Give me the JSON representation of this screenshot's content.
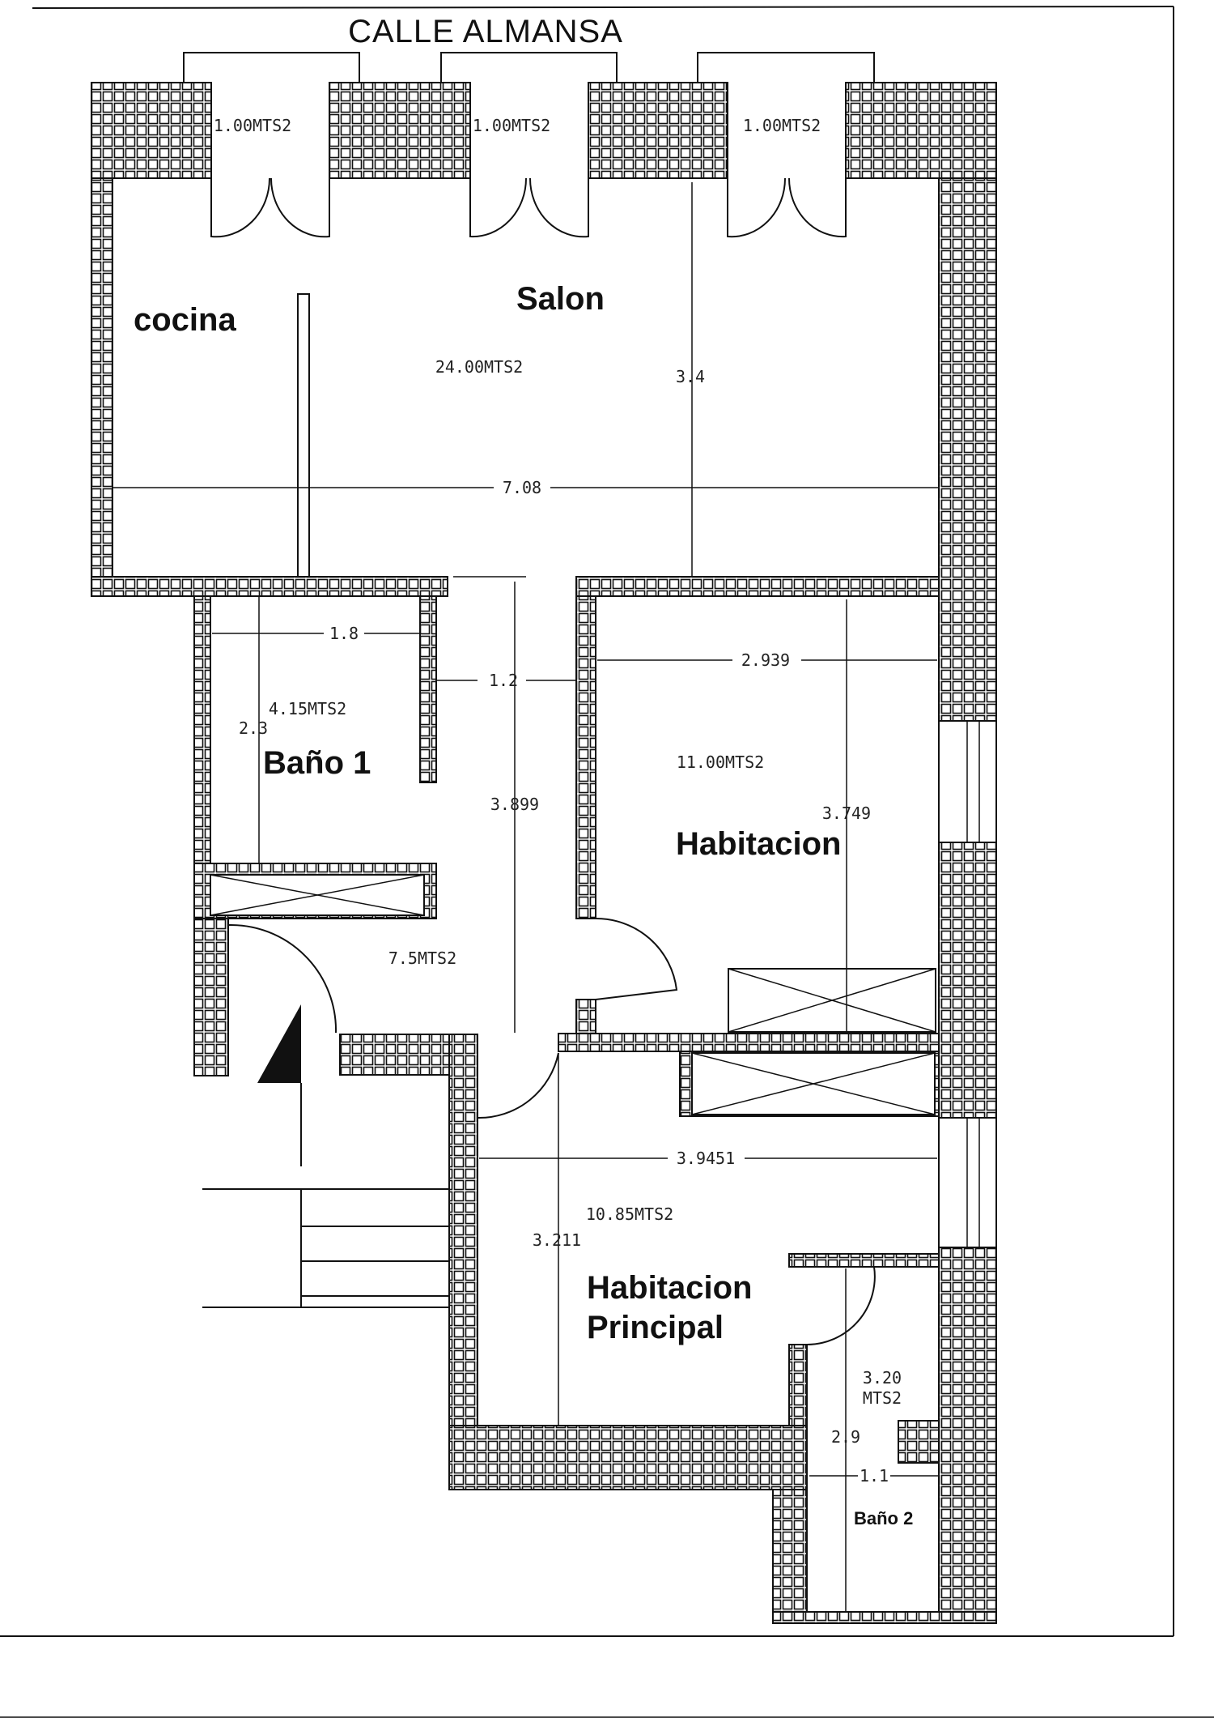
{
  "street_title": "CALLE ALMANSA",
  "balconies": {
    "b1": "1.00MTS2",
    "b2": "1.00MTS2",
    "b3": "1.00MTS2"
  },
  "rooms": {
    "cocina": {
      "name": "cocina"
    },
    "salon": {
      "name": "Salon",
      "area": "24.00MTS2"
    },
    "bano1": {
      "name": "Baño 1",
      "area": "4.15MTS2"
    },
    "pasillo": {
      "area": "7.5MTS2"
    },
    "habitacion": {
      "name": "Habitacion",
      "area": "11.00MTS2"
    },
    "principal": {
      "name_line1": "Habitacion",
      "name_line2": "Principal",
      "area": "10.85MTS2"
    },
    "bano2": {
      "name": "Baño 2",
      "area_line1": "3.20",
      "area_line2": "MTS2"
    }
  },
  "dimensions": {
    "salon_height": "3.4",
    "salon_width": "7.08",
    "bano1_width": "1.8",
    "bano1_height": "2.3",
    "corridor_width": "1.2",
    "corridor_length": "3.899",
    "habitacion_width": "2.939",
    "habitacion_height": "3.749",
    "principal_width": "3.9451",
    "principal_height": "3.211",
    "bano2_height": "2.9",
    "bano2_width": "1.1"
  },
  "colors": {
    "ink": "#111111",
    "paper": "#ffffff"
  }
}
